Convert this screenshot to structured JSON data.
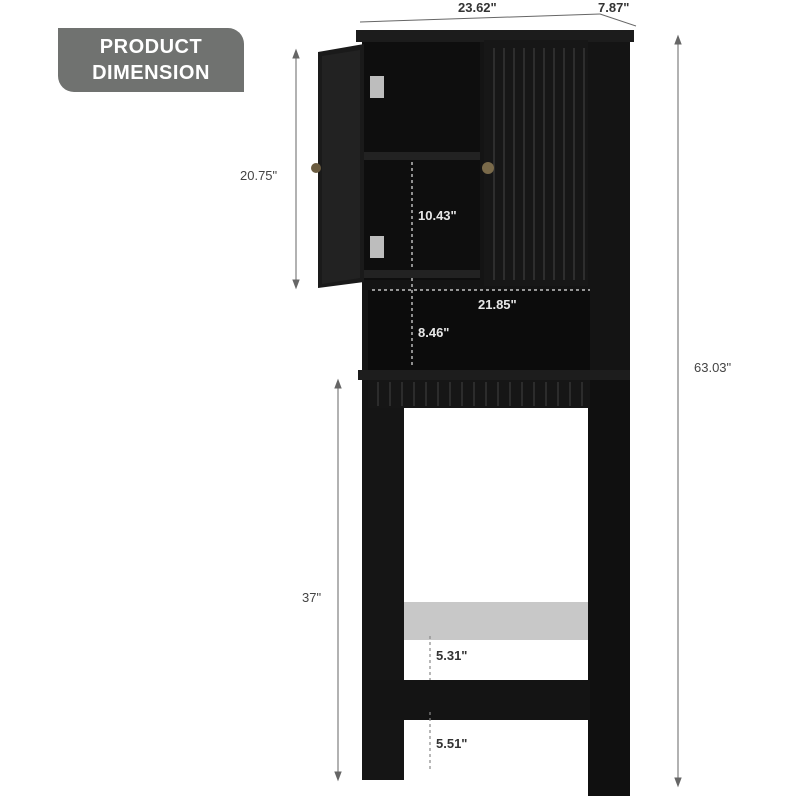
{
  "badge": {
    "line1": "PRODUCT",
    "line2": "DIMENSION"
  },
  "dimensions": {
    "width": "23.62\"",
    "depth": "7.87\"",
    "total_height": "63.03\"",
    "cabinet_height": "20.75\"",
    "shelf_height": "10.43\"",
    "inner_width": "21.85\"",
    "open_shelf_height": "8.46\"",
    "leg_clearance": "37\"",
    "crossbar_gap": "5.31\"",
    "floor_gap": "5.51\""
  },
  "colors": {
    "cabinet": "#121212",
    "badge": "#707270",
    "crossbar": "#bdbdbd"
  }
}
